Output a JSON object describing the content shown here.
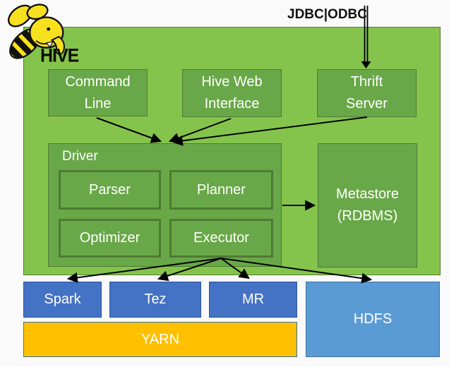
{
  "logo": {
    "brand": "HIVE",
    "icon": "bee-elephant-mascot"
  },
  "external": {
    "jdbc_odbc": "JDBC|ODBC"
  },
  "clients": [
    {
      "id": "command-line",
      "lines": [
        "Command",
        "Line"
      ]
    },
    {
      "id": "hive-web-interface",
      "lines": [
        "Hive Web",
        "Interface"
      ]
    },
    {
      "id": "thrift-server",
      "lines": [
        "Thrift",
        "Server"
      ]
    }
  ],
  "driver": {
    "label": "Driver",
    "components": [
      {
        "id": "parser",
        "label": "Parser"
      },
      {
        "id": "planner",
        "label": "Planner"
      },
      {
        "id": "optimizer",
        "label": "Optimizer"
      },
      {
        "id": "executor",
        "label": "Executor"
      }
    ]
  },
  "metastore": {
    "lines": [
      "Metastore",
      "(RDBMS)"
    ]
  },
  "execution_engines": [
    {
      "id": "spark",
      "label": "Spark"
    },
    {
      "id": "tez",
      "label": "Tez"
    },
    {
      "id": "mr",
      "label": "MR"
    }
  ],
  "resource_layer": {
    "yarn": "YARN",
    "hdfs": "HDFS"
  },
  "connections": [
    {
      "from": "jdbc-odbc",
      "to": "thrift-server",
      "style": "double-line"
    },
    {
      "from": "command-line",
      "to": "driver"
    },
    {
      "from": "hive-web-interface",
      "to": "driver"
    },
    {
      "from": "thrift-server",
      "to": "driver"
    },
    {
      "from": "driver",
      "to": "metastore"
    },
    {
      "from": "executor",
      "to": "spark"
    },
    {
      "from": "executor",
      "to": "tez"
    },
    {
      "from": "executor",
      "to": "mr"
    },
    {
      "from": "executor",
      "to": "hdfs"
    }
  ],
  "colors": {
    "canvas_bg": "#FAFAFA",
    "hive_container": "#85C44C",
    "hive_box": "#69A848",
    "hive_box_border": "#4E7A33",
    "engine_blue": "#4472C4",
    "engine_blue_border": "#2F5597",
    "hdfs_blue": "#5B9BD5",
    "hdfs_border": "#41719C",
    "yarn_orange": "#FFC000",
    "yarn_border": "#2E75B6",
    "arrow": "#000000",
    "box_text": "#FFFFFF",
    "bee_yellow": "#F7E01E"
  }
}
